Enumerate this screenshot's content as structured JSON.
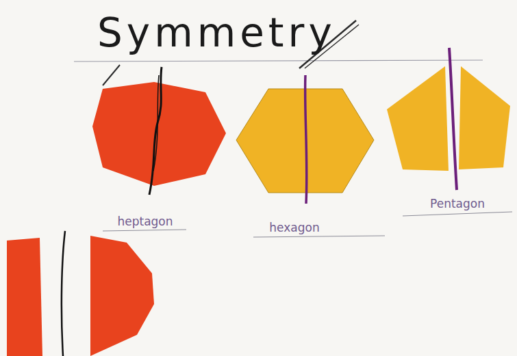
{
  "diagram": {
    "title": "Symmetry",
    "labels": [
      "heptagon",
      "hexagon",
      "Pentagon"
    ]
  }
}
